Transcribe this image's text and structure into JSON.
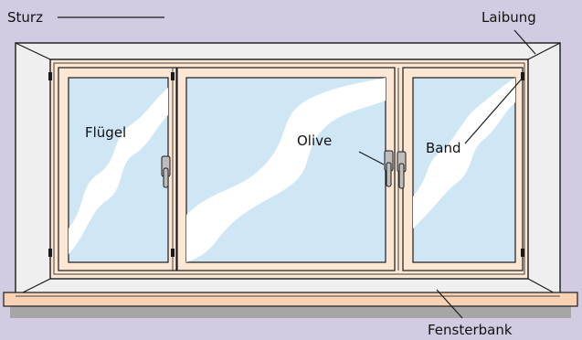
{
  "labels": {
    "lintel": "Sturz",
    "reveal": "Laibung",
    "sash": "Flügel",
    "handle": "Olive",
    "hinge": "Band",
    "sill": "Fensterbank"
  },
  "colors": {
    "background": "#d3cbe1",
    "wall": "#efefef",
    "frame": "#fbe7d3",
    "glass": "#cfe6f5",
    "reflection": "#ffffff",
    "sill_top": "#f7d2b4",
    "sill_shadow": "#a6a6a6",
    "handle": "#bdbdbd",
    "line": "#1a1a1a"
  }
}
